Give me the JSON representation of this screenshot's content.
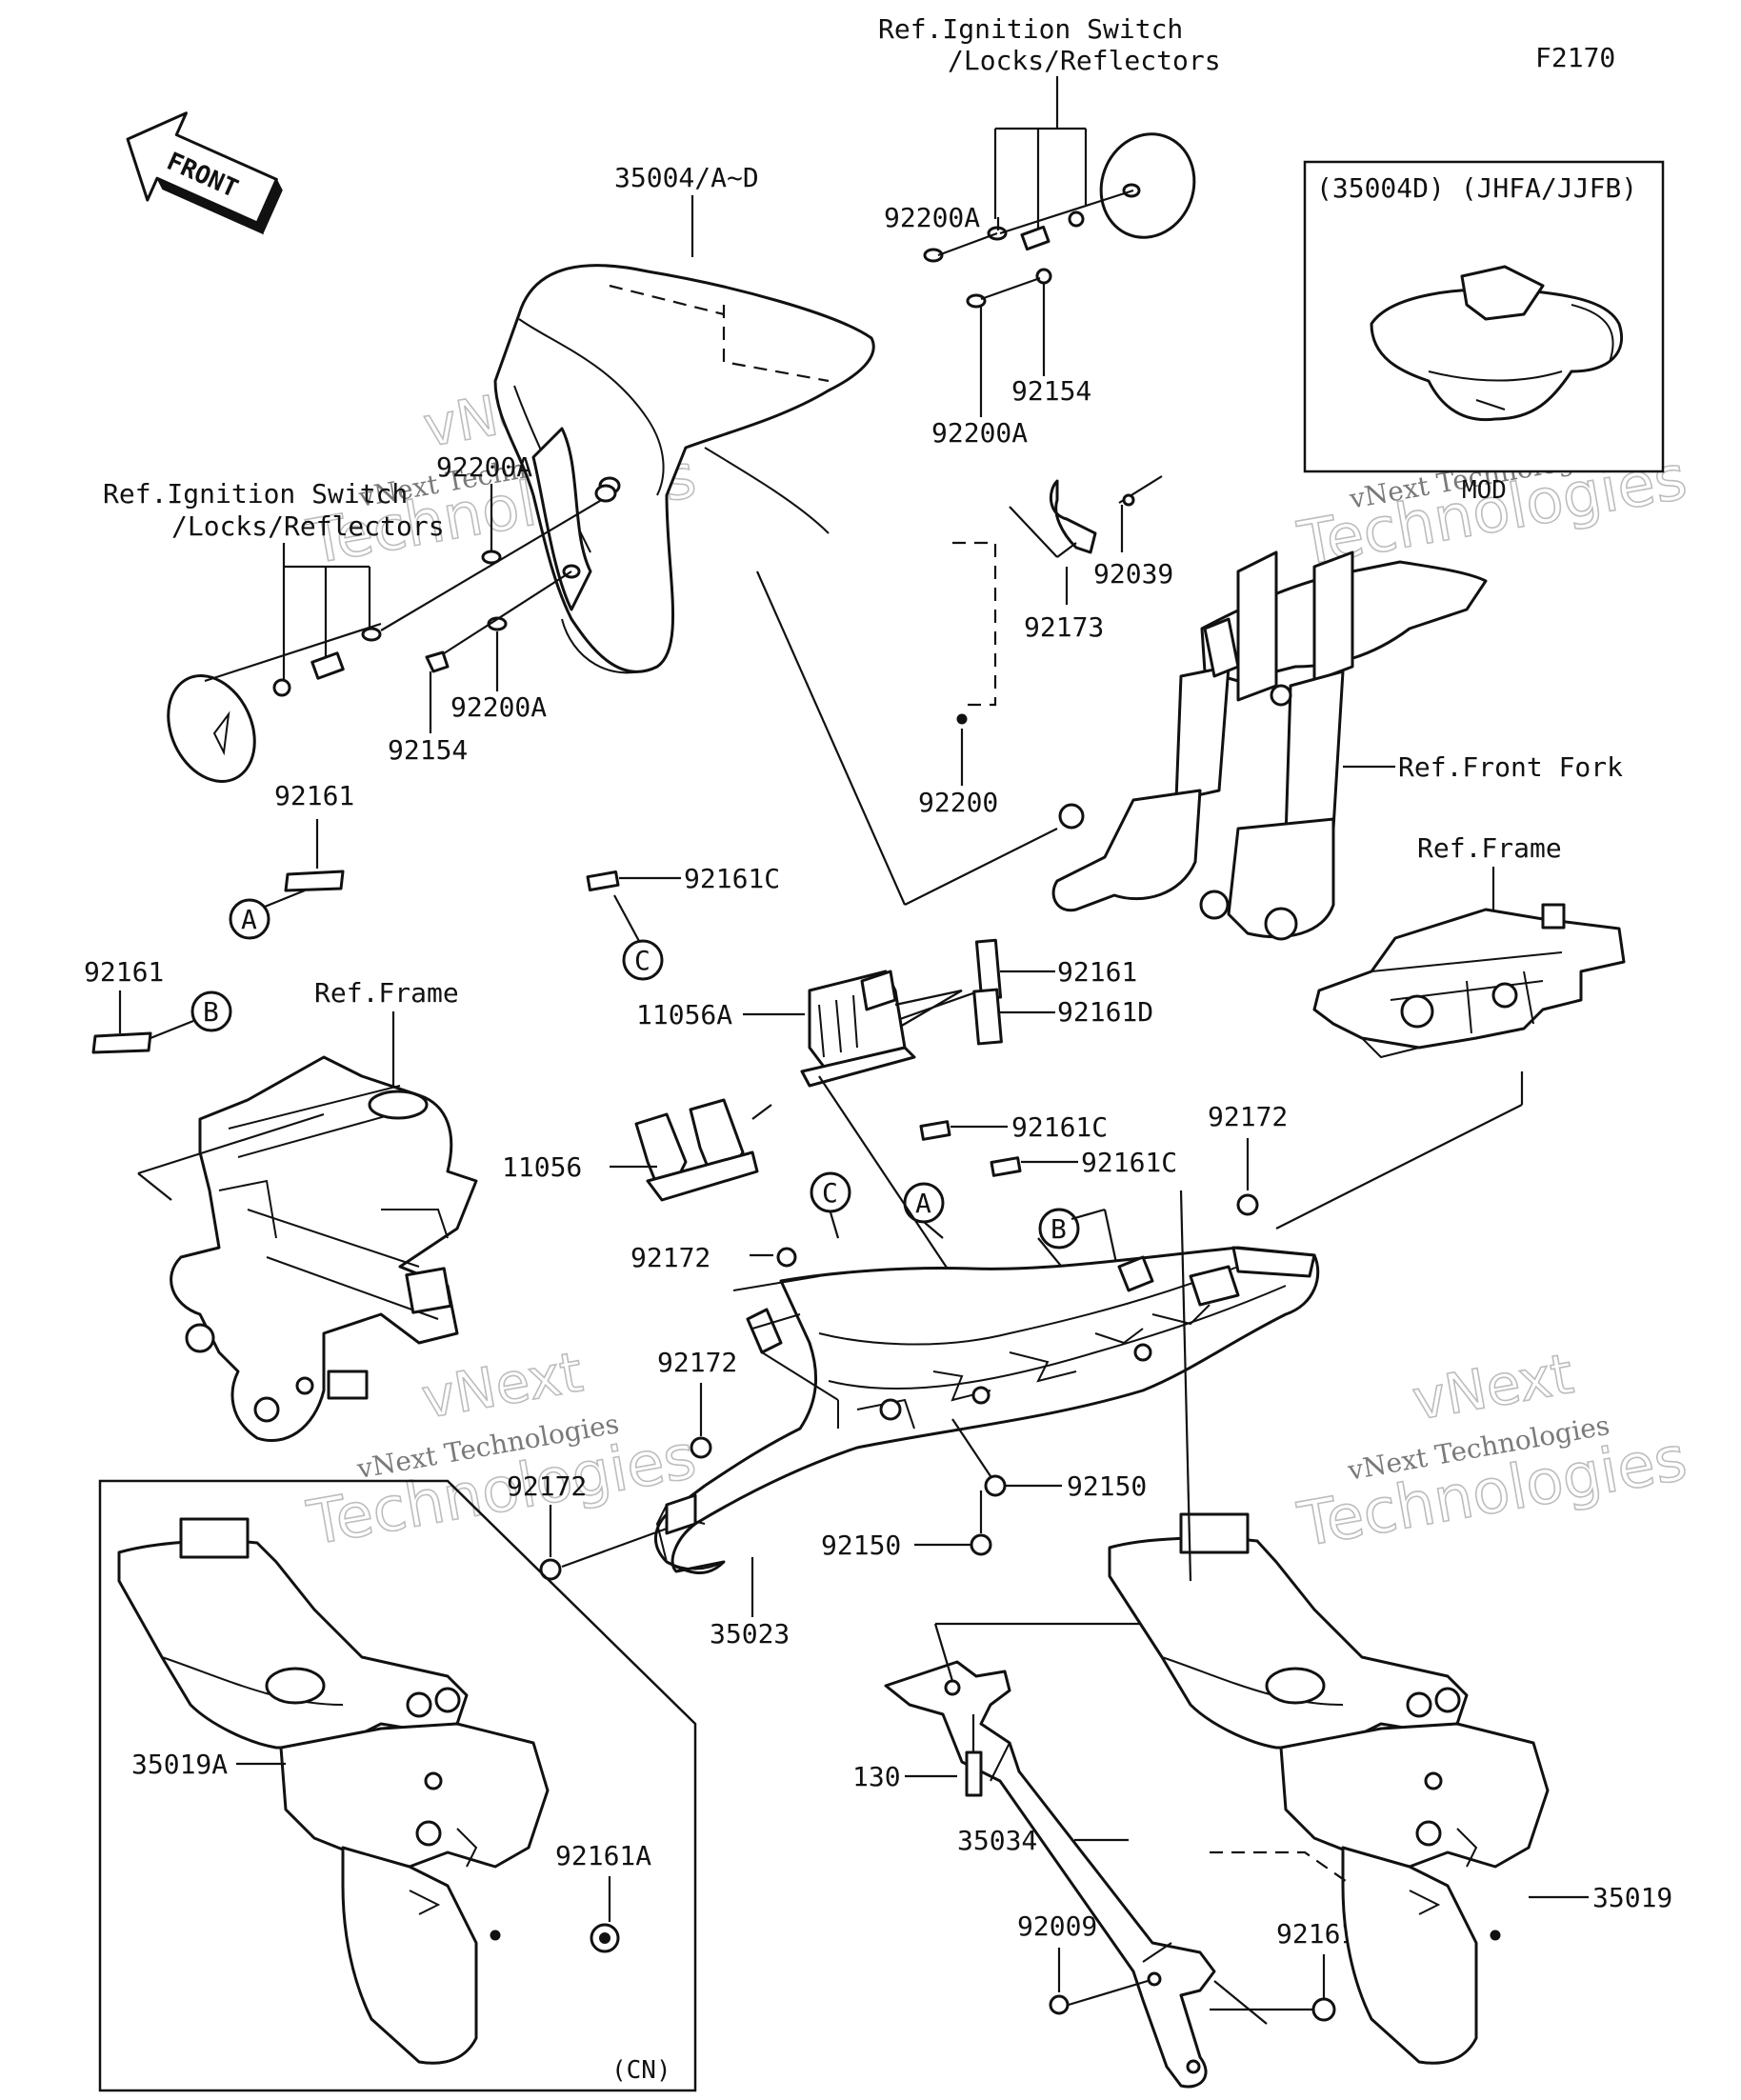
{
  "figure_id": "F2170",
  "front_arrow": "FRONT",
  "refs": {
    "ignition_top_line1": "Ref.Ignition Switch",
    "ignition_top_line2": "/Locks/Reflectors",
    "ignition_left_line1": "Ref.Ignition Switch",
    "ignition_left_line2": "/Locks/Reflectors",
    "front_fork": "Ref.Front Fork",
    "frame_right": "Ref.Frame",
    "frame_left": "Ref.Frame"
  },
  "inset_top": {
    "title": "(35004D) (JHFA/JJFB)",
    "caption": "MOD"
  },
  "inset_bottom": {
    "caption": "(CN)"
  },
  "callouts": {
    "A": "A",
    "B": "B",
    "C": "C"
  },
  "parts": {
    "p35004": "35004/A~D",
    "p92200A_1": "92200A",
    "p92200A_2": "92200A",
    "p92200A_3": "92200A",
    "p92200A_4": "92200A",
    "p92154_1": "92154",
    "p92154_2": "92154",
    "p92039": "92039",
    "p92173": "92173",
    "p92200": "92200",
    "p92161_1": "92161",
    "p92161_2": "92161",
    "p92161_3": "92161",
    "p92161C_1": "92161C",
    "p92161C_2": "92161C",
    "p92161C_3": "92161C",
    "p92161D": "92161D",
    "p11056A": "11056A",
    "p11056": "11056",
    "p92172_1": "92172",
    "p92172_2": "92172",
    "p92172_3": "92172",
    "p92172_4": "92172",
    "p92150_1": "92150",
    "p92150_2": "92150",
    "p35023": "35023",
    "p35019A": "35019A",
    "p92161A": "92161A",
    "p130": "130",
    "p35034": "35034",
    "p92009": "92009",
    "p92161B": "92161B",
    "p35019": "35019"
  },
  "watermark": {
    "brand": "vNext",
    "line": "vNext Technologies",
    "big": "Technologies"
  }
}
